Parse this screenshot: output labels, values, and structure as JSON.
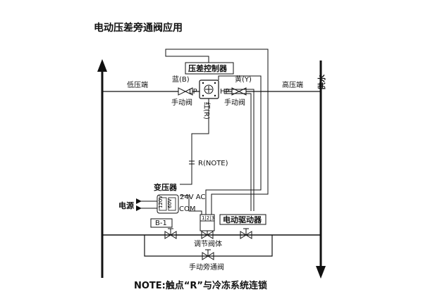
{
  "diagram": {
    "title": "电动压差旁通阀应用",
    "note": "NOTE:触点“R”与冷冻系统连锁",
    "controller": {
      "label": "压差控制器",
      "blue": "蓝(B)",
      "yellow": "黄(Y)",
      "lp": "LP",
      "hp": "HP",
      "red": "红(R)"
    },
    "low_pressure_end": "低压端",
    "high_pressure_end": "高压端",
    "manual_valve_left": "手动阀",
    "manual_valve_right": "手动阀",
    "supply_water": "供水",
    "r_note": "R(NOTE)",
    "transformer": {
      "label": "变压器",
      "v24ac": "24V AC",
      "com": "COM",
      "coil_a": "120V",
      "coil_b": "60V"
    },
    "power_source": "电源",
    "b1": "B-1",
    "terminals": "1|2|3",
    "actuator": "电动驱动器",
    "valve_body": "调节阀体",
    "manual_bypass_valve": "手动旁通阀"
  }
}
